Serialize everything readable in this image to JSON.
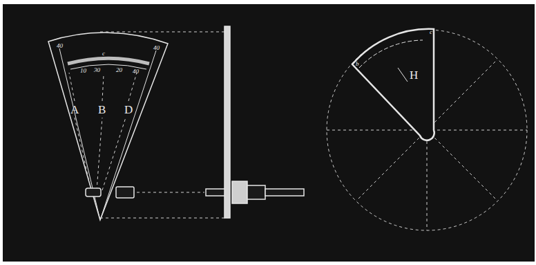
{
  "diagram": {
    "labels": [
      "40",
      "c",
      "40",
      "10",
      "30",
      "20",
      "40",
      "A",
      "B",
      "D",
      "b",
      "c",
      "H"
    ]
  }
}
